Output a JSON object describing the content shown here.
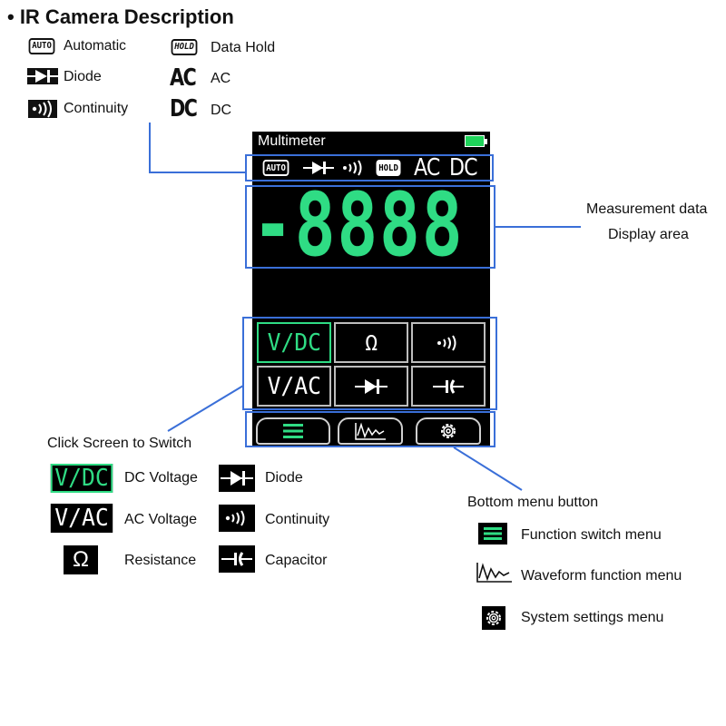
{
  "title": "• IR Camera Description",
  "top_legend": {
    "auto_badge": "AUTO",
    "auto_label": "Automatic",
    "diode_label": "Diode",
    "continuity_label": "Continuity",
    "hold_badge": "HOLD",
    "hold_label": "Data Hold",
    "ac_badge": "AC",
    "ac_label": "AC",
    "dc_badge": "DC",
    "dc_label": "DC"
  },
  "device": {
    "title": "Multimeter",
    "battery_color": "#1fd35a",
    "status": {
      "auto": "AUTO",
      "hold": "HOLD",
      "ac": "AC",
      "dc": "DC"
    },
    "display_value": "-8888",
    "display_color": "#2fdc84",
    "grid": [
      {
        "label": "V/DC",
        "icon": "",
        "active": true
      },
      {
        "label": "Ω",
        "icon": "resistance-icon",
        "active": false
      },
      {
        "label": "",
        "icon": "continuity-icon",
        "active": false
      },
      {
        "label": "V/AC",
        "icon": "",
        "active": false
      },
      {
        "label": "",
        "icon": "diode-icon",
        "active": false
      },
      {
        "label": "",
        "icon": "capacitor-icon",
        "active": false
      }
    ],
    "tabs": [
      "menu-icon",
      "waveform-icon",
      "gear-icon"
    ]
  },
  "annotations": {
    "measurement_line1": "Measurement data",
    "measurement_line2": "Display area",
    "click_screen": "Click Screen to Switch",
    "bottom_menu": "Bottom menu button"
  },
  "legend": {
    "vdc_badge": "V/DC",
    "vdc_label": "DC Voltage",
    "vac_badge": "V/AC",
    "vac_label": "AC Voltage",
    "ohm_badge": "Ω",
    "ohm_label": "Resistance",
    "diode_label": "Diode",
    "continuity_label": "Continuity",
    "capacitor_label": "Capacitor"
  },
  "menu_legend": {
    "function_label": "Function switch menu",
    "waveform_label": "Waveform function menu",
    "settings_label": "System settings menu"
  },
  "colors": {
    "accent_green": "#2fdc84",
    "callout_blue": "#3a6fd8"
  }
}
